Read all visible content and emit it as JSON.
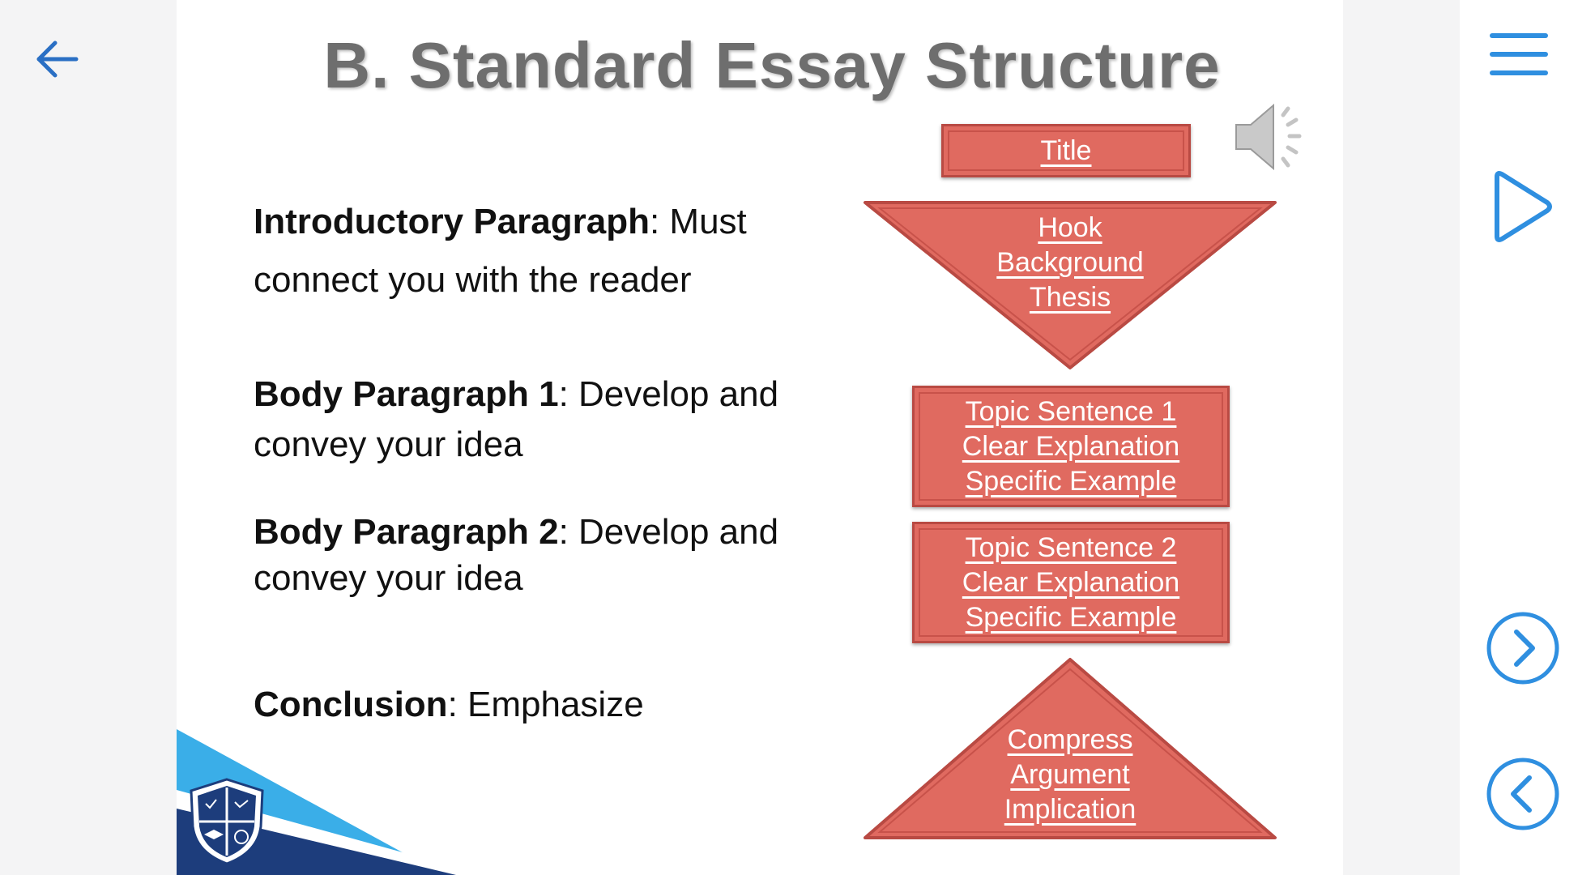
{
  "slide": {
    "title": "B. Standard Essay Structure",
    "paragraphs": [
      {
        "heading": "Introductory Paragraph",
        "text": ": Must",
        "text2": "connect you with the reader"
      },
      {
        "heading": "Body Paragraph 1",
        "text": ": Develop and",
        "text2": "convey your idea"
      },
      {
        "heading": "Body Paragraph 2",
        "text": ": Develop  and",
        "text2": "convey your idea"
      },
      {
        "heading": "Conclusion",
        "text": ":  Emphasize"
      }
    ],
    "diagram": {
      "title_box": "Title",
      "intro_triangle": [
        "Hook",
        "Background",
        "Thesis"
      ],
      "body1_box": [
        "Topic Sentence 1",
        "Clear Explanation",
        "Specific Example"
      ],
      "body2_box": [
        "Topic Sentence 2",
        "Clear Explanation",
        "Specific Example"
      ],
      "conclusion_triangle": [
        "Compress",
        "Argument",
        "Implication"
      ]
    }
  },
  "icons": {
    "back": "arrow-left-icon",
    "menu": "hamburger-menu-icon",
    "play": "play-icon",
    "next": "chevron-right-circle-icon",
    "prev": "chevron-left-circle-icon",
    "audio": "speaker-icon",
    "logo": "shield-logo"
  },
  "colors": {
    "accent": "#2f8fe0",
    "shape_fill": "#e06a60",
    "shape_border": "#b94a43",
    "title": "#6e6e6e"
  }
}
